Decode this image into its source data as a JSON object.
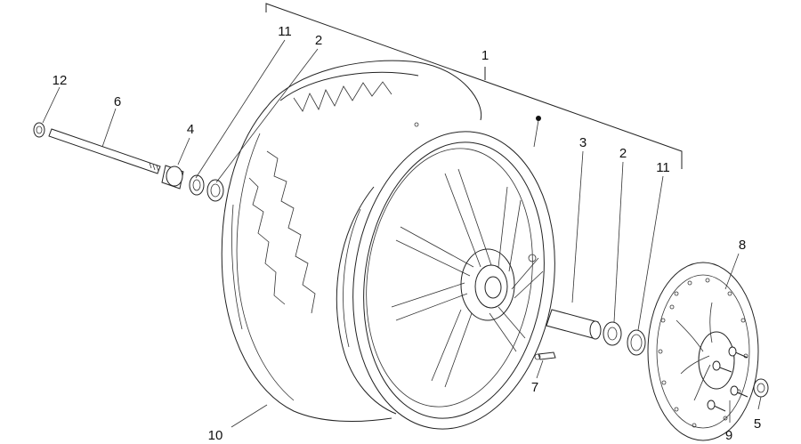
{
  "diagram": {
    "type": "exploded-parts-view",
    "labels": {
      "tyre_wheel_assembly": "1",
      "bearing_left": "2",
      "bearing_right": "2",
      "spacer": "3",
      "inner_spacer": "4",
      "nut": "5",
      "wheel_spindle": "6",
      "valve": "7",
      "brake_disc": "8",
      "disc_screw": "9",
      "tyre": "10",
      "seal_left": "11",
      "seal_right": "11",
      "spindle_nut": "12"
    }
  }
}
